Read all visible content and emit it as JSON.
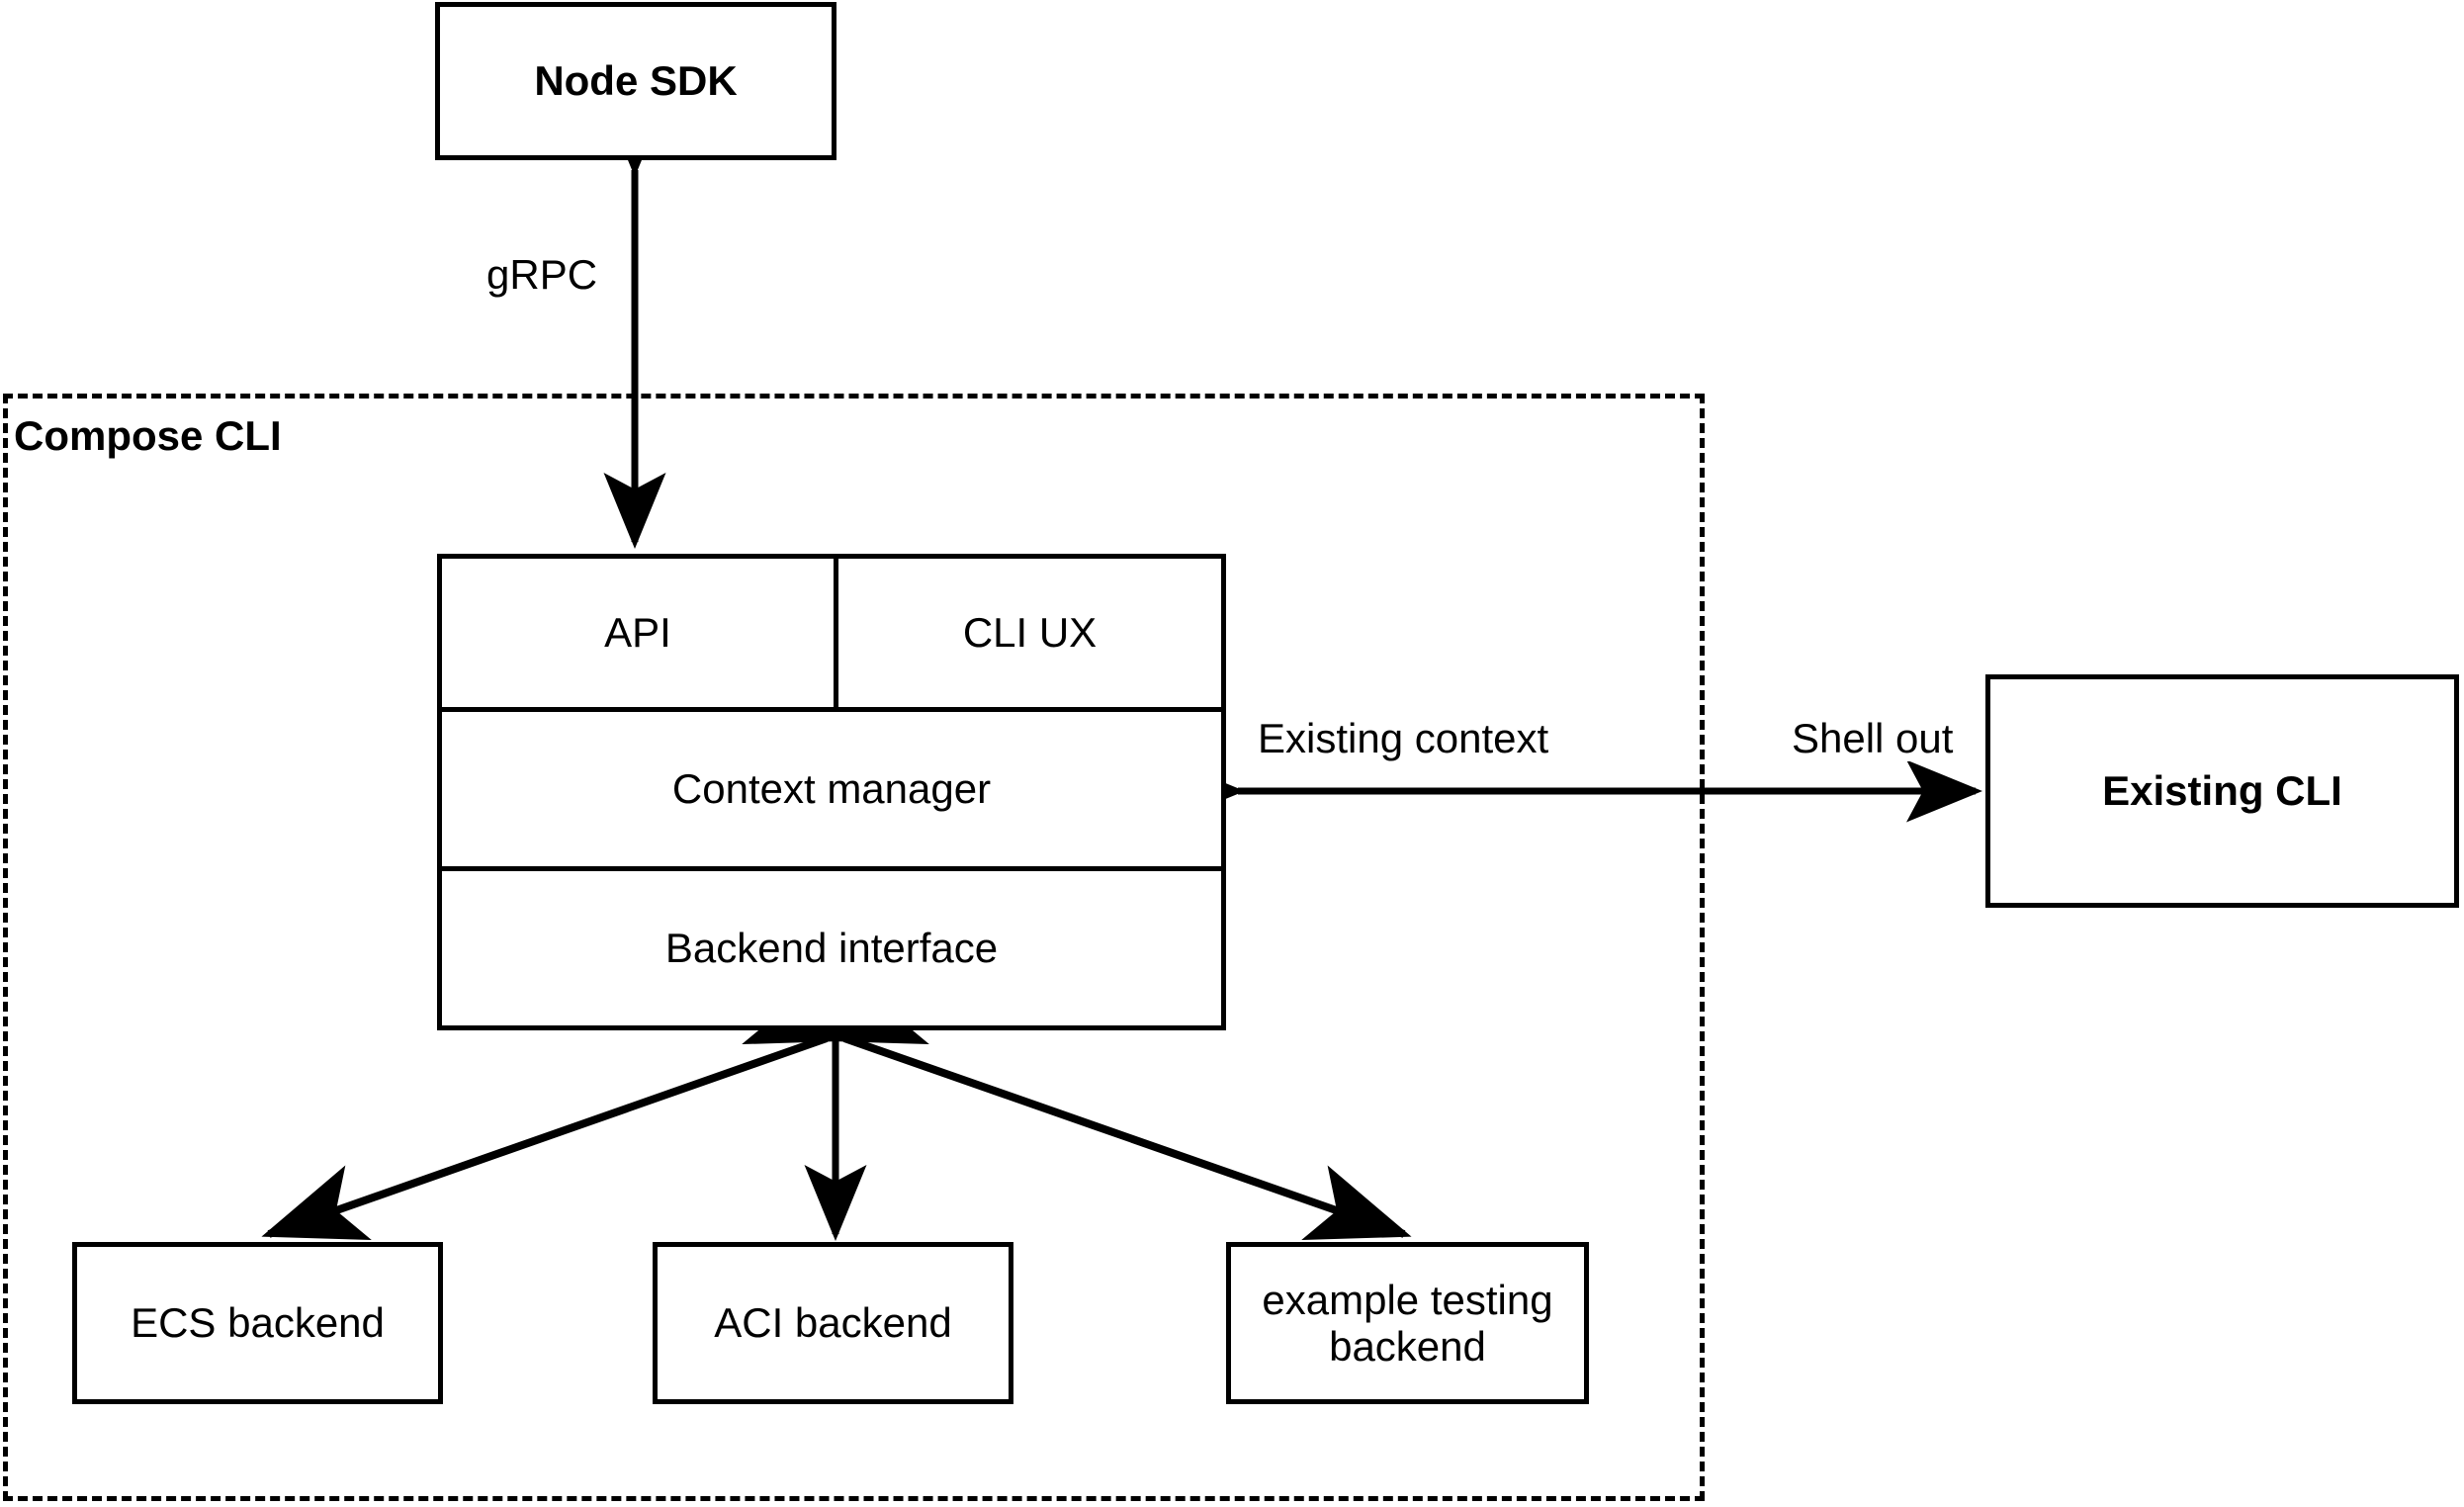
{
  "diagram": {
    "title_group": "Compose CLI",
    "nodes": {
      "node_sdk": "Node SDK",
      "existing_cli": "Existing CLI",
      "ecs_backend": "ECS backend",
      "aci_backend": "ACI backend",
      "example_testing_backend": "example testing backend"
    },
    "stack": {
      "api": "API",
      "cli_ux": "CLI UX",
      "context_manager": "Context manager",
      "backend_interface": "Backend interface"
    },
    "edge_labels": {
      "grpc": "gRPC",
      "existing_context": "Existing context",
      "shell_out": "Shell out"
    },
    "colors": {
      "stroke": "#000000",
      "fill": "#ffffff",
      "text": "#000000"
    }
  }
}
